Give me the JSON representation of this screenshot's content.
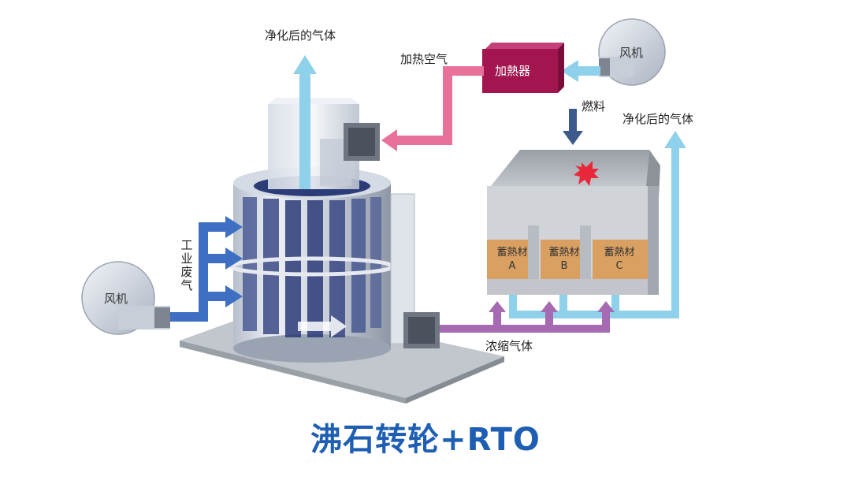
{
  "labels": {
    "purified_top": "净化后的气体",
    "heated_air": "加热空气",
    "heater": "加熱器",
    "fan_right": "风机",
    "fuel": "燃料",
    "purified_right": "净化后的气体",
    "industrial_waste_gas": "工业废气",
    "fan_left": "风机",
    "concentrated_gas": "浓缩气体"
  },
  "beds": [
    {
      "name": "蓄熱材",
      "letter": "A"
    },
    {
      "name": "蓄熱材",
      "letter": "B"
    },
    {
      "name": "蓄熱材",
      "letter": "C"
    }
  ],
  "caption": "沸石转轮+RTO",
  "colors": {
    "clean_gas": "#8fd1ea",
    "waste_gas": "#3f6fc2",
    "heated_air": "#e8709a",
    "heater": "#a2154f",
    "fuel": "#3d5a8c",
    "concentrated_gas": "#a56ab2",
    "caption": "#1e5fb3",
    "heat_media": "#d9a062"
  }
}
